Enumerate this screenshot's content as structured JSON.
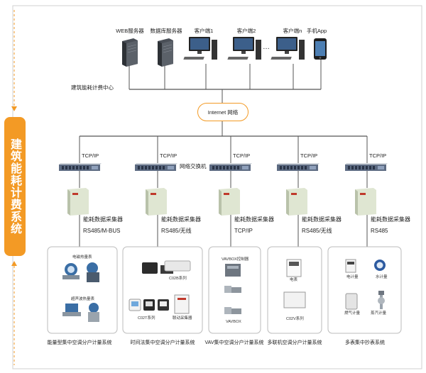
{
  "system_title": "建筑能耗计费系统",
  "top_devices": [
    {
      "label": "WEB服务器",
      "icon": "server-icon"
    },
    {
      "label": "数据库服务器",
      "icon": "server-icon"
    },
    {
      "label": "客户端1",
      "icon": "desktop-pc-icon"
    },
    {
      "label": "客户端2",
      "icon": "desktop-pc-icon"
    },
    {
      "label": "客户端n",
      "icon": "desktop-pc-icon"
    },
    {
      "label": "手机App",
      "icon": "smartphone-icon"
    }
  ],
  "ellipsis": "…",
  "center_label": "建筑能耗计费中心",
  "internet_label": "Internet 网络",
  "switch_label": "网络交换机",
  "branches": [
    {
      "protocol_top": "TCP/IP",
      "collector": "能耗数据采集器",
      "protocol": "RS485/M-BUS",
      "system": "能量型集中空调分户计量系统",
      "devices": [
        "电磁热量表",
        "超声波热量表"
      ]
    },
    {
      "protocol_top": "TCP/IP",
      "collector": "能耗数据采集器",
      "protocol": "RS485/无线",
      "system": "时间法集中空调分户计量系统",
      "devices": [
        "C02B系列",
        "C02T系列",
        "联动采集器"
      ]
    },
    {
      "protocol_top": "TCP/IP",
      "collector": "能耗数据采集器",
      "protocol": "TCP/IP",
      "system": "VAV集中空调分户计量系统",
      "devices": [
        "VAVBOX控制器",
        "VAVBOX"
      ]
    },
    {
      "protocol_top": "TCP/IP",
      "collector": "能耗数据采集器",
      "protocol": "RS485/无线",
      "system": "多联机空调分户计量系统",
      "devices": [
        "电表",
        "C02V系列"
      ]
    },
    {
      "protocol_top": "TCP/IP",
      "collector": "能耗数据采集器",
      "protocol": "RS485",
      "system": "多表集中抄表系统",
      "devices": [
        "电计量",
        "水计量",
        "燃气计量",
        "蒸汽计量"
      ]
    }
  ],
  "colors": {
    "accent": "#f39a25",
    "line": "#555555",
    "border": "#bbbbbb",
    "device_blue": "#3a6ea5"
  }
}
